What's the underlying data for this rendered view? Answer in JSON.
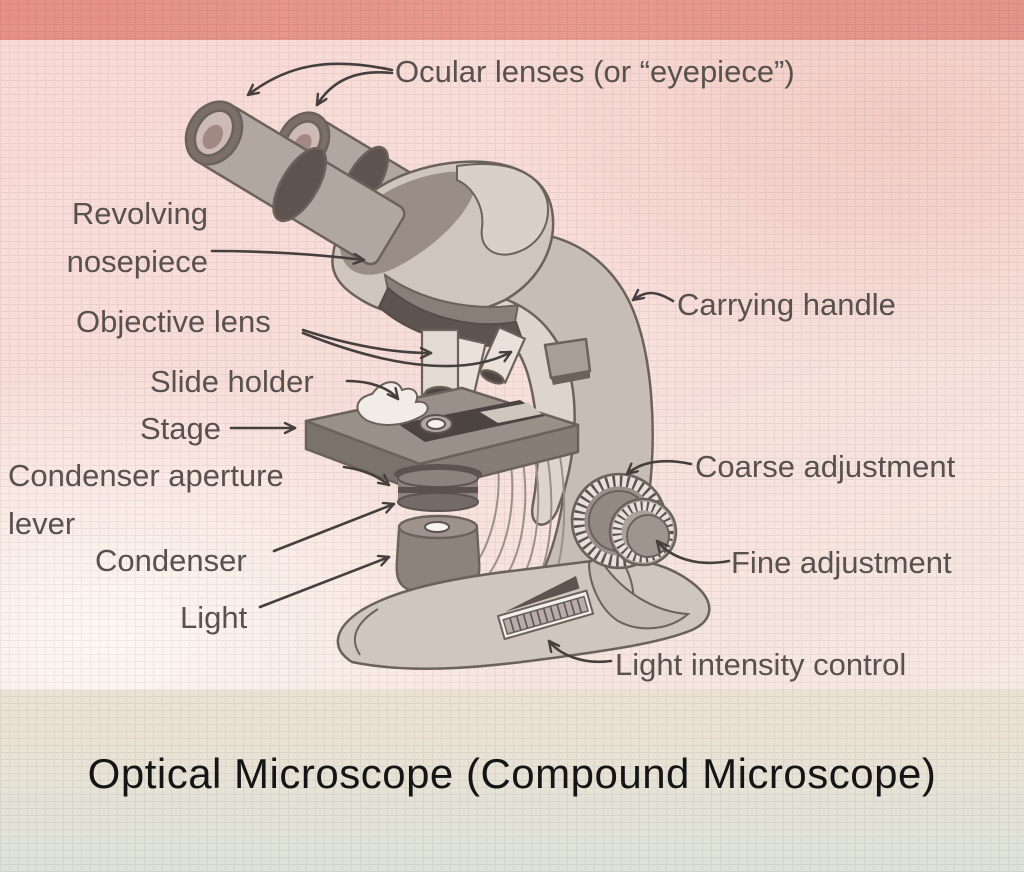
{
  "title": "Optical Microscope (Compound Microscope)",
  "labels": {
    "ocular": "Ocular lenses (or “eyepiece”)",
    "revolving_nosepiece": "Revolving nosepiece",
    "objective_lens": "Objective lens",
    "slide_holder": "Slide holder",
    "stage": "Stage",
    "condenser_aperture_lever": "Condenser aperture lever",
    "condenser": "Condenser",
    "light": "Light",
    "carrying_handle": "Carrying handle",
    "coarse_adjustment": "Coarse adjustment",
    "fine_adjustment": "Fine adjustment",
    "light_intensity_control": "Light intensity control"
  },
  "palette": {
    "top_band": "#e6968a",
    "background_pink": "#f8dcd7",
    "bottom_band_beige": "#eae1d2",
    "bottom_band_sage": "#dee4da",
    "label_text": "#59514e",
    "arrow": "#45403d",
    "title_text": "#151515",
    "microscope_light": "#d2c8c0",
    "microscope_mid": "#aba099",
    "microscope_dark": "#5d534f"
  }
}
